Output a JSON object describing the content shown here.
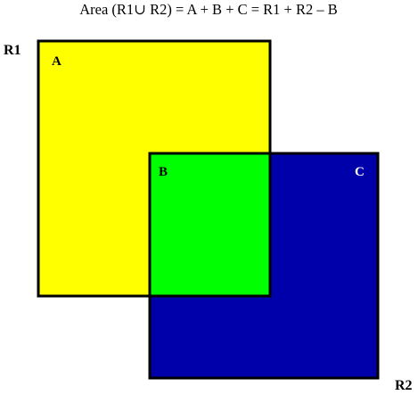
{
  "title": "Area (R1∪ R2) = A + B + C = R1 + R2 – B",
  "labels": {
    "r1": "R1",
    "r2": "R2",
    "a": "A",
    "b": "B",
    "c": "C"
  },
  "colors": {
    "region_a": "#ffff00",
    "region_b": "#00ff00",
    "region_c": "#0000aa",
    "outline": "#000000",
    "label_on_dark": "#ffffff",
    "label_on_light": "#000000"
  }
}
